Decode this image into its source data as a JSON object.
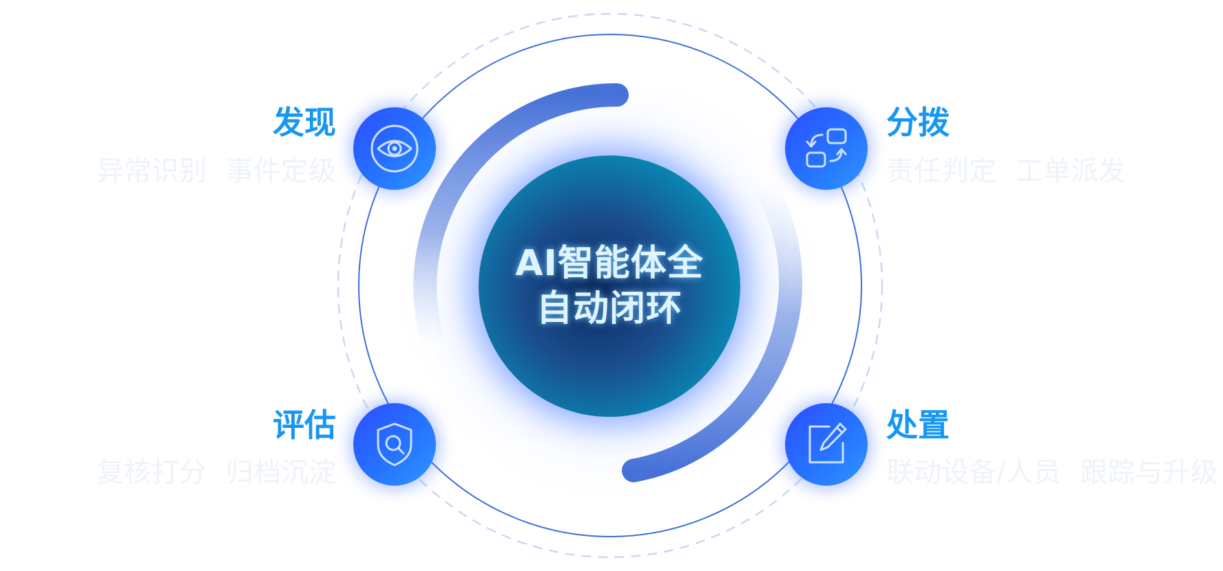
{
  "center": {
    "line1": "AI智能体全",
    "line2": "自动闭环"
  },
  "stages": {
    "discover": {
      "title": "发现",
      "items": [
        "异常识别",
        "事件定级"
      ],
      "icon": "eye-icon"
    },
    "dispatch": {
      "title": "分拨",
      "items": [
        "责任判定",
        "工单派发"
      ],
      "icon": "swap-blocks-icon"
    },
    "evaluate": {
      "title": "评估",
      "items": [
        "复核打分",
        "归档沉淀"
      ],
      "icon": "shield-search-icon"
    },
    "handle": {
      "title": "处置",
      "items": [
        "联动设备/人员",
        "跟踪与升级"
      ],
      "icon": "edit-icon"
    }
  },
  "colors": {
    "title": "#1796f3",
    "node": "#2673ff",
    "ring": "#3d6fd9",
    "description": "#eef3f9"
  }
}
